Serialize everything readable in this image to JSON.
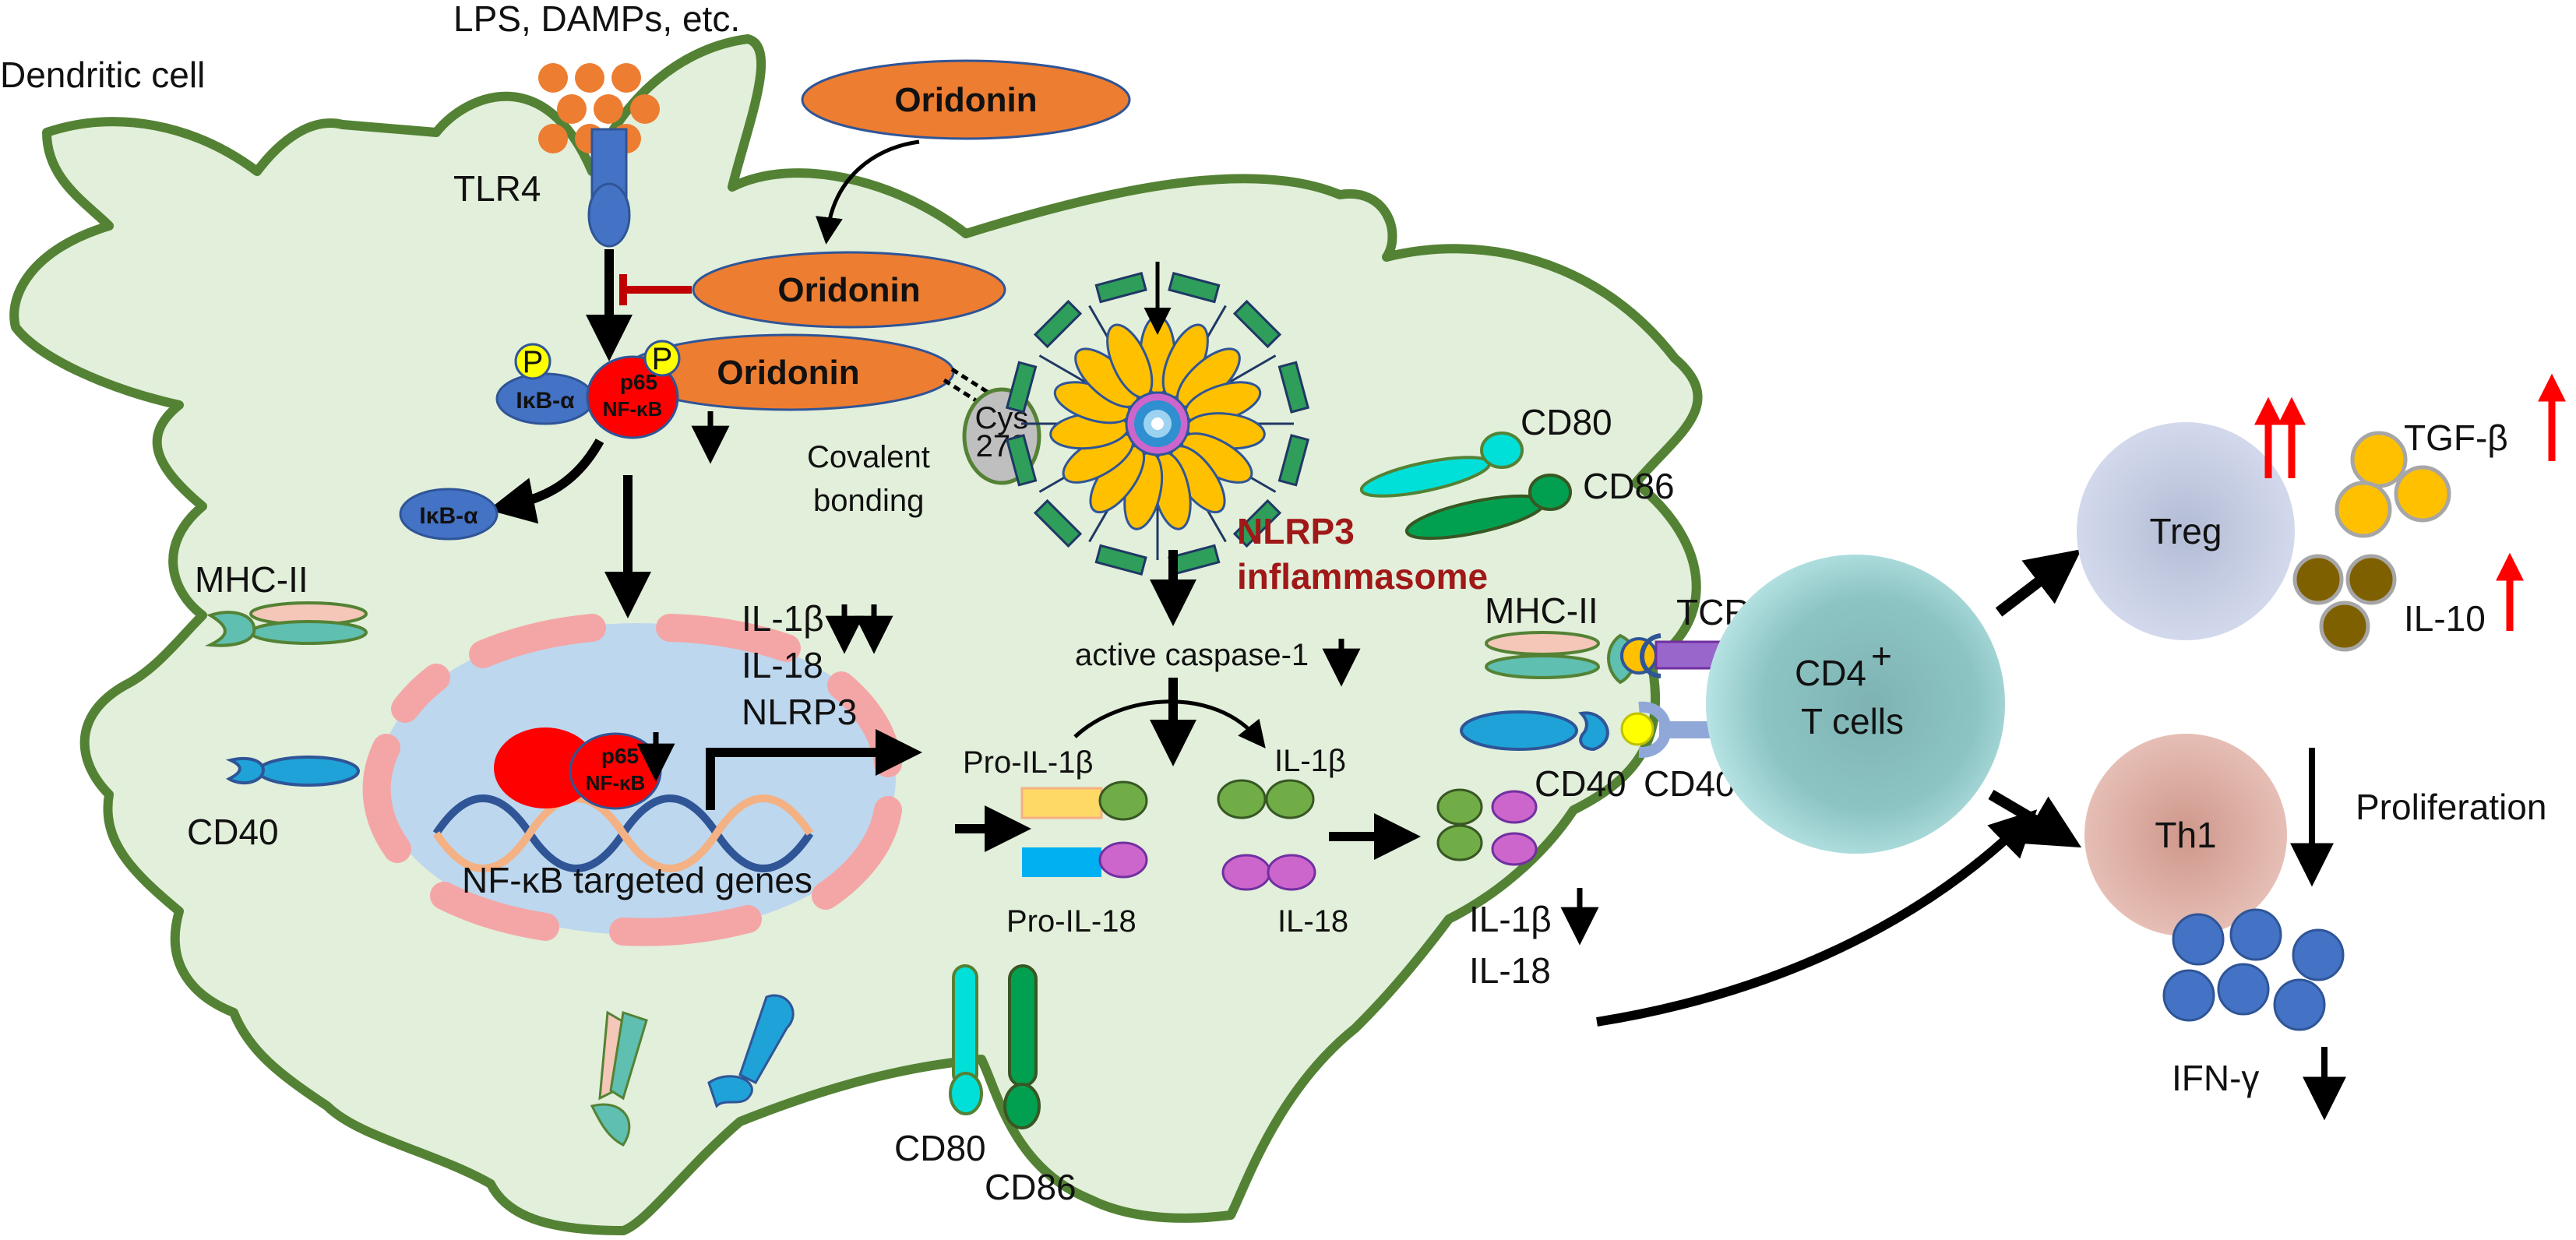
{
  "title": "Dendritic cell",
  "stimulus": "LPS, DAMPs, etc.",
  "receptor": "TLR4",
  "drug": "Oridonin",
  "phospho": "P",
  "ikb": "IκB-α",
  "p65": "p65",
  "nfkb": "NF-κB",
  "cys_line1": "Cys",
  "cys_line2": "279",
  "covalent_line1": "Covalent",
  "covalent_line2": "bonding",
  "nlrp3_line1": "NLRP3",
  "nlrp3_line2": "inflammasome",
  "caspase": "active caspase-1",
  "pro_il1b": "Pro-IL-1β",
  "pro_il18": "Pro-IL-18",
  "il1b": "IL-1β",
  "il18": "IL-18",
  "nlrp3": "NLRP3",
  "target_genes": "NF-κB targeted genes",
  "mhc2": "MHC-II",
  "cd40": "CD40",
  "cd80": "CD80",
  "cd86": "CD86",
  "tcr": "TCR",
  "cd40l": "CD40L",
  "cd4_line1": "CD4",
  "cd4_sup": "+",
  "cd4_line2": "T cells",
  "treg": "Treg",
  "th1": "Th1",
  "tgfb": "TGF-β",
  "il10": "IL-10",
  "proliferation": "Proliferation",
  "ifng": "IFN-γ",
  "colors": {
    "cell_fill": "#e2efda",
    "cell_outline": "#548235",
    "oridonin": "#ed7d31",
    "nucleus": "#bdd7ee",
    "nuclear_envelope": "#f4a6a6",
    "nfkb_red": "#ff0000",
    "ikb_blue": "#4472c4",
    "up_arrow": "#ff0000",
    "inhibit": "#c00000",
    "il1b_green": "#70ad47",
    "il18_purple": "#cc66cc",
    "treg_fill": "#c5cde4",
    "th1_fill": "#d9a89e",
    "cd4_fill": "#a9dcdc",
    "tgfb_gold": "#ffc000",
    "il10_brown": "#7f6000",
    "ifng_blue": "#4472c4"
  }
}
